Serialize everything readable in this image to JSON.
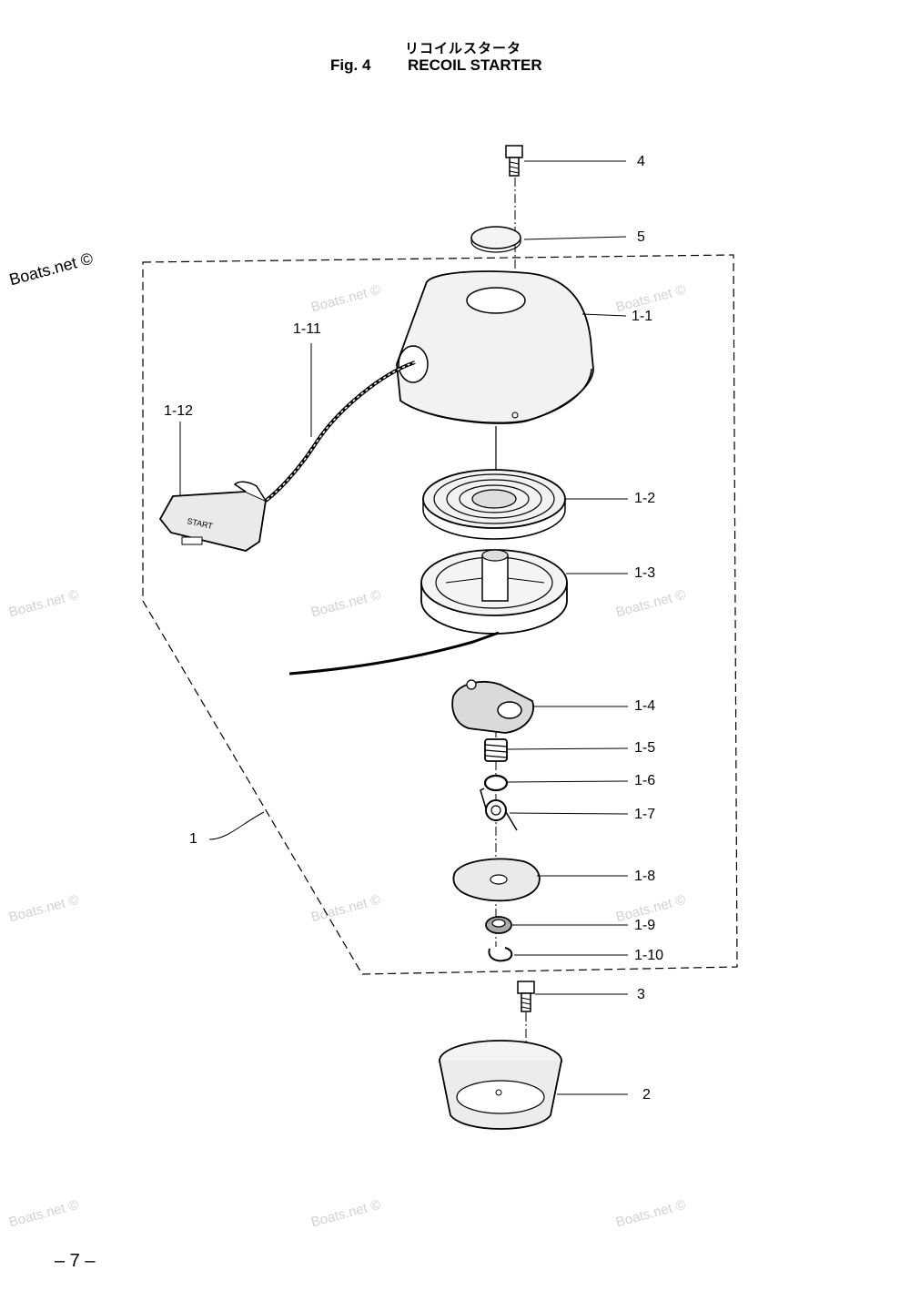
{
  "header": {
    "title_jp": "リコイルスタータ",
    "fig_label": "Fig. 4",
    "title_en": "RECOIL STARTER"
  },
  "brand": "Boats.net ©",
  "watermark": "Boats.net ©",
  "page_number": "– 7 –",
  "callouts": {
    "c4": "4",
    "c5": "5",
    "c1_1": "1-1",
    "c1_11": "1-11",
    "c1_12": "1-12",
    "c1_2": "1-2",
    "c1_3": "1-3",
    "c1_4": "1-4",
    "c1_5": "1-5",
    "c1_6": "1-6",
    "c1_7": "1-7",
    "c1": "1",
    "c1_8": "1-8",
    "c1_9": "1-9",
    "c1_10": "1-10",
    "c3": "3",
    "c2": "2"
  },
  "parts_start_handle": "START"
}
